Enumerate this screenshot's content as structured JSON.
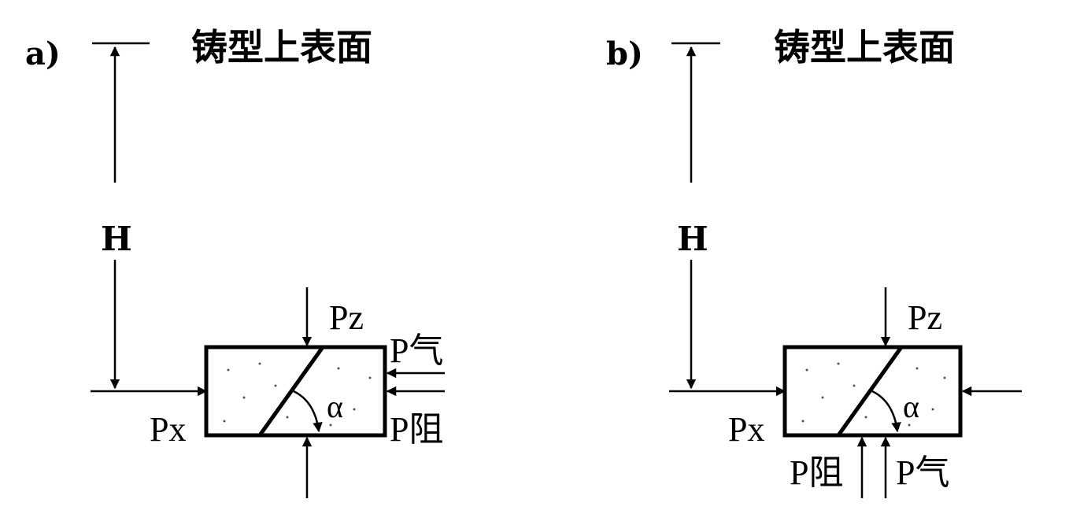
{
  "panels": [
    {
      "id": "a",
      "tag": "a)",
      "surface_label": "铸型上表面",
      "height_label": "H",
      "px_label": "Px",
      "pz_label": "Pz",
      "angle_label": "α",
      "p_gas_label": "P气",
      "p_resist_label": "P阻"
    },
    {
      "id": "b",
      "tag": "b)",
      "surface_label": "铸型上表面",
      "height_label": "H",
      "px_label": "Px",
      "pz_label": "Pz",
      "angle_label": "α",
      "p_gas_label": "P气",
      "p_resist_label": "P阻"
    }
  ]
}
